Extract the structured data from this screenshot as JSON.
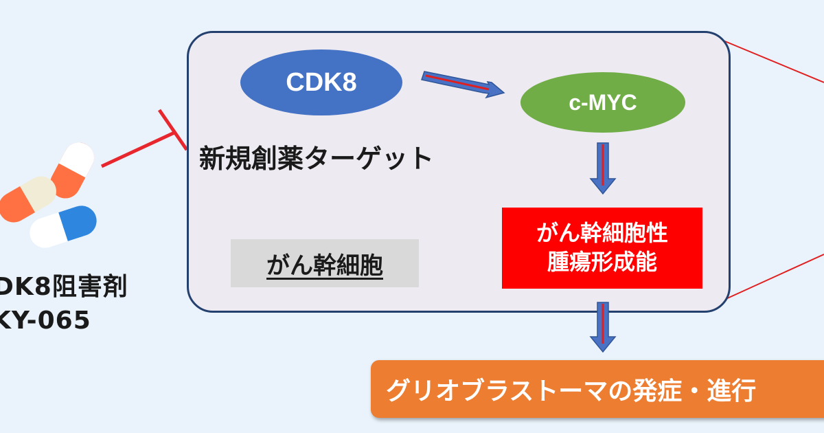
{
  "drug": {
    "line1": "DK8阻害剤",
    "line2": "KY-065"
  },
  "nodes": {
    "cdk8": "CDK8",
    "cmyc": "c-MYC"
  },
  "target_label": "新規創薬ターゲット",
  "stem_label": "がん幹細胞",
  "tumor": {
    "line1": "がん幹細胞性",
    "line2": "腫瘍形成能"
  },
  "result": "グリオブラストーマの発症・進行",
  "colors": {
    "background": "#eaf3fb",
    "box_border": "#24406e",
    "box_fill": "#eeeaf1",
    "cdk8": "#4472c4",
    "cmyc": "#70ad47",
    "tumor": "#ff0000",
    "result": "#ed7d31",
    "inhibit_line": "#e8262d"
  }
}
